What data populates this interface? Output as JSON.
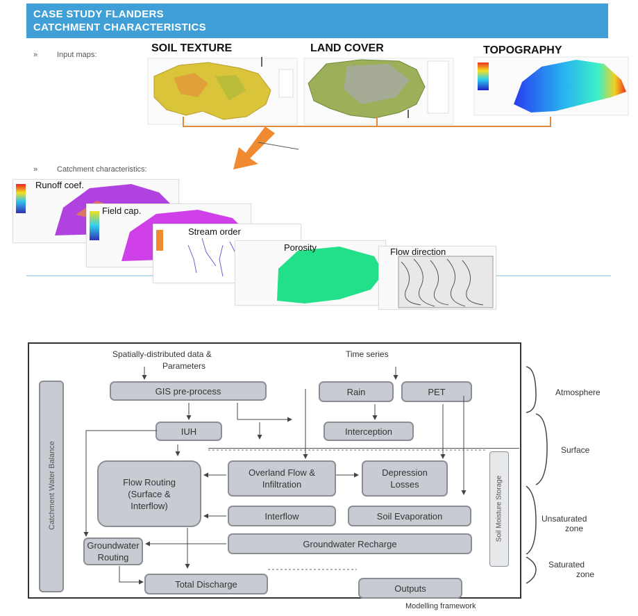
{
  "banner": {
    "line1": "CASE STUDY FLANDERS",
    "line2": "CATCHMENT CHARACTERISTICS"
  },
  "bullets": {
    "input_maps": "Input maps:",
    "catchment": "Catchment characteristics:"
  },
  "maps": {
    "soil": "SOIL TEXTURE",
    "land": "LAND COVER",
    "topo": "TOPOGRAPHY"
  },
  "panels": {
    "runoff": "Runoff coef.",
    "field": "Field cap.",
    "stream": "Stream order",
    "porosity": "Porosity",
    "flow": "Flow direction"
  },
  "framework": {
    "top_left": "Spatially-distributed data &",
    "top_left2": "Parameters",
    "top_right": "Time series",
    "gis": "GIS pre-process",
    "rain": "Rain",
    "pet": "PET",
    "iuh": "IUH",
    "interception": "Interception",
    "overland": "Overland Flow & Infiltration",
    "depression": "Depression Losses",
    "flow_routing": "Flow Routing (Surface & Interflow)",
    "interflow": "Interflow",
    "soil_evap": "Soil Evaporation",
    "gw_recharge": "Groundwater Recharge",
    "gw_routing": "Groundwater Routing",
    "total_discharge": "Total Discharge",
    "outputs": "Outputs",
    "water_balance": "Catchment Water Balance",
    "soil_moisture": "Soil Moisture Storage",
    "caption": "Modelling framework"
  },
  "zones": {
    "atmosphere": "Atmosphere",
    "surface": "Surface",
    "unsat1": "Unsaturated",
    "unsat2": "zone",
    "sat1": "Saturated",
    "sat2": "zone"
  },
  "colors": {
    "banner": "#3f9fd6",
    "box_fill": "#c8ccd2",
    "box_border": "#8a8f96",
    "arrow": "#f08a30",
    "porosity": "#22e08a"
  }
}
